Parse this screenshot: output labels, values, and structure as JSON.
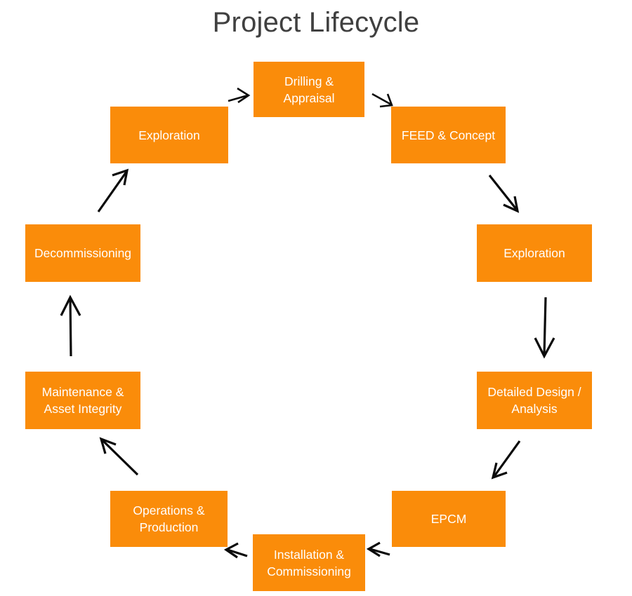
{
  "diagram": {
    "title": "Project Lifecycle",
    "type": "cycle",
    "title_color": "#404040",
    "node_fill": "#FA8C0A",
    "node_text_color": "#FFFFFF",
    "arrow_color": "#0A0A0A",
    "background": "#FFFFFF",
    "nodes": [
      {
        "id": "drilling-appraisal",
        "label": "Drilling &\nAppraisal",
        "position": "top"
      },
      {
        "id": "feed-concept",
        "label": "FEED & Concept",
        "position": "top-right"
      },
      {
        "id": "exploration-right",
        "label": "Exploration",
        "position": "right-upper"
      },
      {
        "id": "detailed-design-analysis",
        "label": "Detailed Design /\nAnalysis",
        "position": "right-lower"
      },
      {
        "id": "epcm",
        "label": "EPCM",
        "position": "bottom-right"
      },
      {
        "id": "installation-commissioning",
        "label": "Installation &\nCommissioning",
        "position": "bottom"
      },
      {
        "id": "operations-production",
        "label": "Operations &\nProduction",
        "position": "bottom-left"
      },
      {
        "id": "maintenance-asset-integrity",
        "label": "Maintenance &\nAsset Integrity",
        "position": "left-lower"
      },
      {
        "id": "decommissioning",
        "label": "Decommissioning",
        "position": "left-upper"
      },
      {
        "id": "exploration-left",
        "label": "Exploration",
        "position": "top-left"
      }
    ],
    "connectors": [
      {
        "id": "exploration-left-to-drilling",
        "from": "exploration-left",
        "to": "drilling-appraisal",
        "direction": "right"
      },
      {
        "id": "drilling-to-feed",
        "from": "drilling-appraisal",
        "to": "feed-concept",
        "direction": "down-right"
      },
      {
        "id": "feed-to-exploration-right",
        "from": "feed-concept",
        "to": "exploration-right",
        "direction": "down-right"
      },
      {
        "id": "exploration-right-to-detailed-design",
        "from": "exploration-right",
        "to": "detailed-design-analysis",
        "direction": "down"
      },
      {
        "id": "detailed-design-to-epcm",
        "from": "detailed-design-analysis",
        "to": "epcm",
        "direction": "down-left"
      },
      {
        "id": "epcm-to-installation",
        "from": "epcm",
        "to": "installation-commissioning",
        "direction": "left"
      },
      {
        "id": "installation-to-operations",
        "from": "installation-commissioning",
        "to": "operations-production",
        "direction": "left"
      },
      {
        "id": "operations-to-maintenance",
        "from": "operations-production",
        "to": "maintenance-asset-integrity",
        "direction": "up-left"
      },
      {
        "id": "maintenance-to-decommissioning",
        "from": "maintenance-asset-integrity",
        "to": "decommissioning",
        "direction": "up"
      },
      {
        "id": "decommissioning-to-exploration-left",
        "from": "decommissioning",
        "to": "exploration-left",
        "direction": "up-right"
      }
    ]
  }
}
